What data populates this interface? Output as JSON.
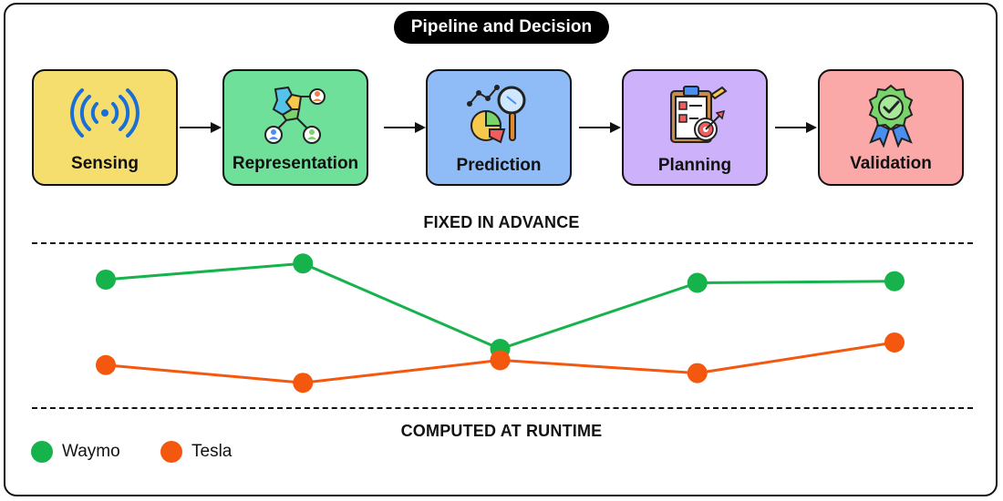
{
  "title": "Pipeline and Decision",
  "stages": [
    {
      "label": "Sensing",
      "color": "#f5dd6e",
      "icon": "wireless-signal-icon"
    },
    {
      "label": "Representation",
      "color": "#6ee09a",
      "icon": "network-map-icon"
    },
    {
      "label": "Prediction",
      "color": "#8fbcf7",
      "icon": "analytics-magnifier-icon"
    },
    {
      "label": "Planning",
      "color": "#cdb2fb",
      "icon": "clipboard-target-icon"
    },
    {
      "label": "Validation",
      "color": "#fba8a8",
      "icon": "approval-badge-icon"
    }
  ],
  "top_label": "FIXED IN ADVANCE",
  "bottom_label": "COMPUTED AT RUNTIME",
  "chart_data": {
    "type": "line",
    "x": [
      1,
      2,
      3,
      4,
      5
    ],
    "series": [
      {
        "name": "Waymo",
        "color": "#16b24b",
        "values": [
          0.78,
          0.88,
          0.35,
          0.76,
          0.77
        ]
      },
      {
        "name": "Tesla",
        "color": "#f4580f",
        "values": [
          0.25,
          0.14,
          0.28,
          0.2,
          0.39
        ]
      }
    ],
    "ylim": [
      0,
      1
    ],
    "grid": false,
    "legend": "bottom-left"
  }
}
